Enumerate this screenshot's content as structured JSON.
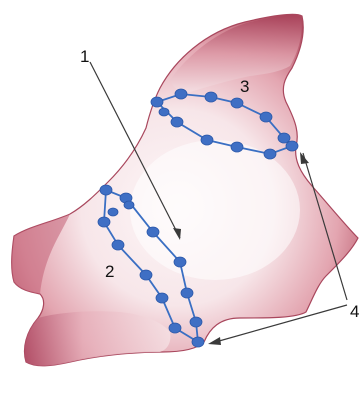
{
  "figure": {
    "colors": {
      "tissue_edge": "#b04a5e",
      "tissue_mid": "#d98a98",
      "tissue_light": "#f3d2d8",
      "tissue_center": "#fdf7f8",
      "suture_dot": "#3f6fc4",
      "suture_dot_stroke": "#2b57a8",
      "suture_line": "#3a6fc3",
      "leader_line": "#3a3a3a",
      "label_text": "#111111"
    },
    "callouts": [
      {
        "id": "1",
        "text": "1"
      },
      {
        "id": "2",
        "text": "2"
      },
      {
        "id": "3",
        "text": "3"
      },
      {
        "id": "4",
        "text": "4"
      }
    ],
    "suture_rings": [
      {
        "name": "upper-suture-ring",
        "stitch_count": 12
      },
      {
        "name": "lower-suture-ring",
        "stitch_count": 14
      }
    ]
  }
}
